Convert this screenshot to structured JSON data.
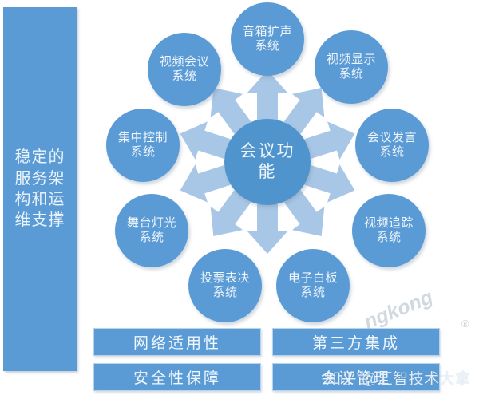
{
  "side_panel": {
    "text": "稳定的服务架构和运维支撑"
  },
  "center": {
    "label": "会议功能"
  },
  "nodes": [
    {
      "label": "音箱扩声系统",
      "name": "node-speaker-amplification"
    },
    {
      "label": "视频会议系统",
      "name": "node-video-conference"
    },
    {
      "label": "视频显示系统",
      "name": "node-video-display"
    },
    {
      "label": "集中控制系统",
      "name": "node-central-control"
    },
    {
      "label": "会议发言系统",
      "name": "node-conference-speech"
    },
    {
      "label": "舞台灯光系统",
      "name": "node-stage-lighting"
    },
    {
      "label": "视频追踪系统",
      "name": "node-video-tracking"
    },
    {
      "label": "投票表决系统",
      "name": "node-voting"
    },
    {
      "label": "电子白板系统",
      "name": "node-whiteboard"
    }
  ],
  "bottom_bars": [
    {
      "label": "网络适用性",
      "name": "bar-network-adaptability"
    },
    {
      "label": "第三方集成",
      "name": "bar-third-party-integration"
    },
    {
      "label": "安全性保障",
      "name": "bar-security-assurance"
    },
    {
      "label": "会议管理",
      "name": "bar-conference-management"
    }
  ],
  "watermarks": {
    "diagonal": "ngkong",
    "registered": "®",
    "zhihu": "知乎 @汇智技术大拿"
  },
  "colors": {
    "primary_blue": "#5b9bd5",
    "center_blue": "#4f94cd",
    "arrow_blue": "#a8c6e6",
    "text_light": "#eef5fc",
    "background": "#ffffff"
  }
}
